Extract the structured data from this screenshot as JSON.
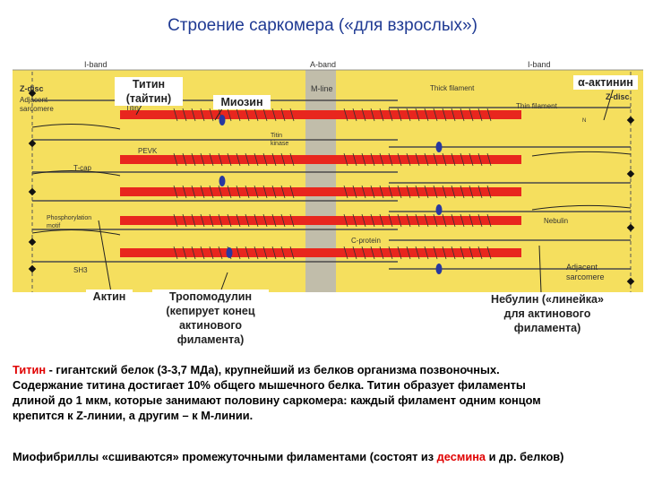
{
  "title": "Строение саркомера («для взрослых»)",
  "diagram": {
    "band_labels": {
      "i_left": "I-band",
      "a": "A-band",
      "i_right": "I-band"
    },
    "inner_labels": {
      "zdisc_left": "Z-disc",
      "adjacent_left_1": "Adjacent",
      "adjacent_left_2": "sarcomere",
      "titin": "Titin",
      "mline": "M-line",
      "thick": "Thick filament",
      "thin": "Thin filament",
      "zdisc_right": "Z-disc",
      "titin_kinase_1": "Titin",
      "titin_kinase_2": "kinase",
      "pevk": "PEVK",
      "tcap": "T-cap",
      "phospho_1": "Phosphorylation",
      "phospho_2": "motif",
      "nebulin": "Nebulin",
      "cprotein": "C-protein",
      "sh3": "SH3",
      "adjacent_right_1": "Adjacent",
      "adjacent_right_2": "sarcomere",
      "n": "N"
    },
    "colors": {
      "background": "#f5df5e",
      "thick": "#e8261e",
      "mline_band": "#b7b7b7",
      "thin": "#4a4a4a",
      "cap": "#2838a0"
    }
  },
  "annotations": {
    "titin_1": "Титин",
    "titin_2": "(тайтин)",
    "myosin": "Миозин",
    "actinin": "α-актинин",
    "actin": "Актин",
    "tropo_1": "Тропомодулин",
    "tropo_2": "(кепирует конец",
    "tropo_3": "актинового",
    "tropo_4": "филамента)",
    "nebulin_1": "Небулин («линейка»",
    "nebulin_2": "для актинового",
    "nebulin_3": "филамента)"
  },
  "paragraph1": {
    "term": "Титин",
    "lines": [
      " - гигантский белок (3-3,7 МДа), крупнейший из белков организма позвоночных.",
      "Содержание титина достигает 10% общего мышечного белка. Титин образует филаменты",
      "длиной до 1 мкм, которые занимают половину саркомера: каждый филамент одним концом",
      "крепится к Z-линии, а другим – к М-линии."
    ]
  },
  "paragraph2": {
    "before": "Миофибриллы «сшиваются» промежуточными филаментами (состоят из ",
    "highlight": "десмина",
    "after": " и др. белков)"
  }
}
